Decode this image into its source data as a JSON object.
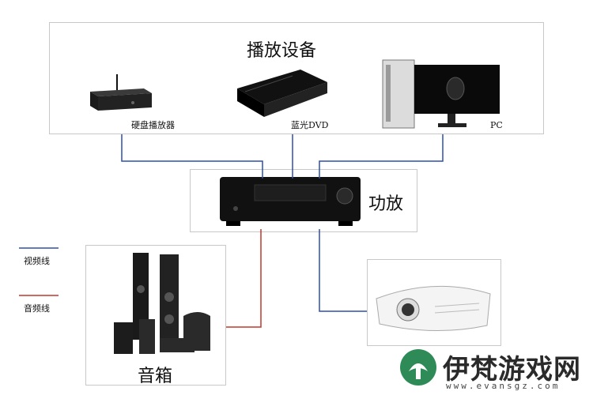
{
  "source_group": {
    "title": "播放设备",
    "devices": [
      {
        "label": "硬盘播放器"
      },
      {
        "label": "蓝光DVD"
      },
      {
        "label": "PC"
      }
    ]
  },
  "amplifier": {
    "label": "功放"
  },
  "speakers": {
    "label": "音箱"
  },
  "legend": {
    "video": {
      "label": "视频线",
      "color": "#2f4fa8"
    },
    "audio": {
      "label": "音频线",
      "color": "#c0392b"
    }
  },
  "watermark": {
    "text": "伊梵游戏网",
    "url": "www.evansgz.com"
  }
}
